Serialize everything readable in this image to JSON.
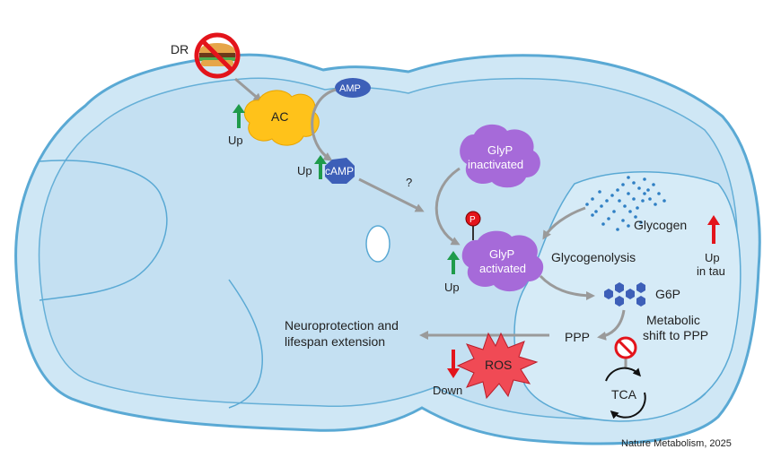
{
  "labels": {
    "dr": "DR",
    "ac": "AC",
    "amp": "AMP",
    "camp": "cAMP",
    "up_ac": "Up",
    "up_camp": "Up",
    "question": "?",
    "glyp_inactivated_line1": "GlyP",
    "glyp_inactivated_line2": "inactivated",
    "glyp_activated_line1": "GlyP",
    "glyp_activated_line2": "activated",
    "phospho": "P",
    "up_glyp": "Up",
    "glycogen": "Glycogen",
    "up_tau_line1": "Up",
    "up_tau_line2": "in tau",
    "glycogenolysis": "Glycogenolysis",
    "g6p": "G6P",
    "metabolic_line1": "Metabolic",
    "metabolic_line2": "shift to PPP",
    "ppp": "PPP",
    "neuro_line1": "Neuroprotection and",
    "neuro_line2": "lifespan extension",
    "ros": "ROS",
    "down": "Down",
    "tca": "TCA",
    "citation": "Nature Metabolism, 2025"
  },
  "colors": {
    "brain_fill": "#cfe7f5",
    "brain_inner": "#bcdcee",
    "brain_stroke": "#5aa9d4",
    "ac": "#ffc21a",
    "amp": "#3d5fb8",
    "glyp": "#a66ad9",
    "ros": "#f04a55",
    "up_arrow": "#1f9b4b",
    "red_arrow": "#e3141b",
    "gray_arrow": "#9a9a9a",
    "dots": "#2f7fc4"
  }
}
